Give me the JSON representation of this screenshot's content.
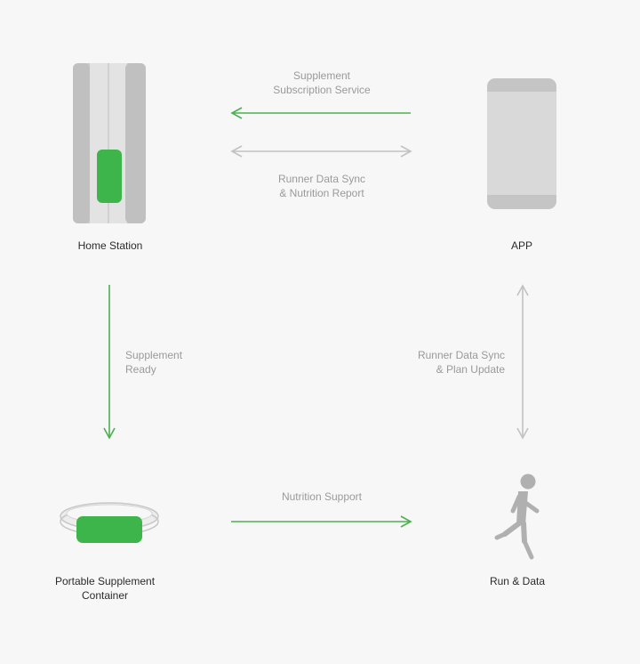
{
  "colors": {
    "background": "#f7f7f7",
    "accent_green": "#3db54a",
    "flow_green": "#4cb050",
    "flow_gray": "#c2c2c2",
    "device_gray": "#c8c8c8",
    "device_light": "#d9d9d9",
    "text_dark": "#2b2b2b",
    "text_muted": "#9a9a9a"
  },
  "nodes": {
    "home_station": {
      "label": "Home Station",
      "icon": "home-station-icon"
    },
    "app": {
      "label": "APP",
      "icon": "phone-icon"
    },
    "container": {
      "label_line1": "Portable Supplement",
      "label_line2": "Container",
      "icon": "wristband-container-icon"
    },
    "run": {
      "label": "Run & Data",
      "icon": "runner-icon"
    }
  },
  "flows": {
    "subscription": {
      "line1": "Supplement",
      "line2": "Subscription Service",
      "direction": "app-to-home-station"
    },
    "sync_report": {
      "line1": "Runner Data Sync",
      "line2": "& Nutrition Report",
      "direction": "bidirectional"
    },
    "supplement_ready": {
      "line1": "Supplement",
      "line2": "Ready",
      "direction": "home-station-to-container"
    },
    "sync_plan": {
      "line1": "Runner Data Sync",
      "line2": "& Plan Update",
      "direction": "bidirectional"
    },
    "nutrition_support": {
      "label": "Nutrition Support",
      "direction": "container-to-run"
    }
  }
}
